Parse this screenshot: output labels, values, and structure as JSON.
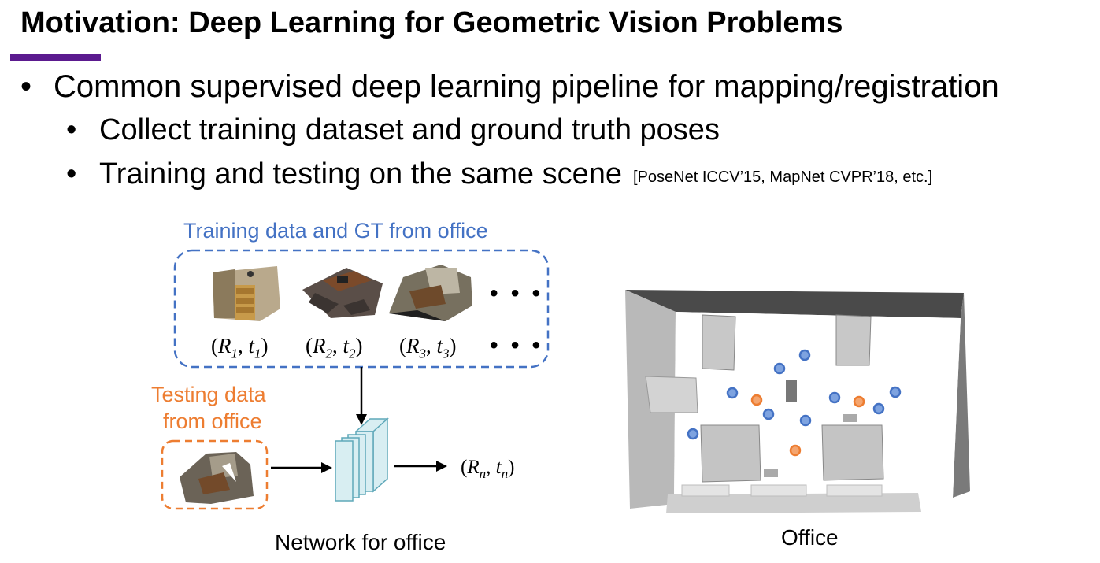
{
  "slide": {
    "title": "Motivation: Deep Learning for Geometric Vision Problems",
    "accent_color": "#5b1a8f",
    "bullets": {
      "level1": {
        "marker": "•",
        "text": "Common supervised deep learning pipeline for mapping/registration"
      },
      "level2": [
        {
          "marker": "•",
          "text": "Collect training dataset and ground truth poses"
        },
        {
          "marker": "•",
          "text": "Training and testing on the same scene",
          "citation": "[PoseNet ICCV’15, MapNet CVPR’18, etc.]"
        }
      ]
    }
  },
  "diagram": {
    "training_box": {
      "label": "Training data and GT from office",
      "color": "#4472c4",
      "poses": [
        {
          "R": "R",
          "r_sub": "1",
          "t": "t",
          "t_sub": "1"
        },
        {
          "R": "R",
          "r_sub": "2",
          "t": "t",
          "t_sub": "2"
        },
        {
          "R": "R",
          "r_sub": "3",
          "t": "t",
          "t_sub": "3"
        }
      ],
      "ellipsis": "• • •"
    },
    "testing_box": {
      "label_line1": "Testing data",
      "label_line2": "from office",
      "color": "#ed7d31"
    },
    "network": {
      "caption": "Network for office",
      "color": "#d8eef2"
    },
    "output_pose": {
      "R": "R",
      "r_sub": "n",
      "t": "t",
      "t_sub": "n"
    },
    "scene": {
      "caption": "Office",
      "blue_point_color": "#4472c4",
      "orange_point_color": "#ed7d31"
    }
  }
}
